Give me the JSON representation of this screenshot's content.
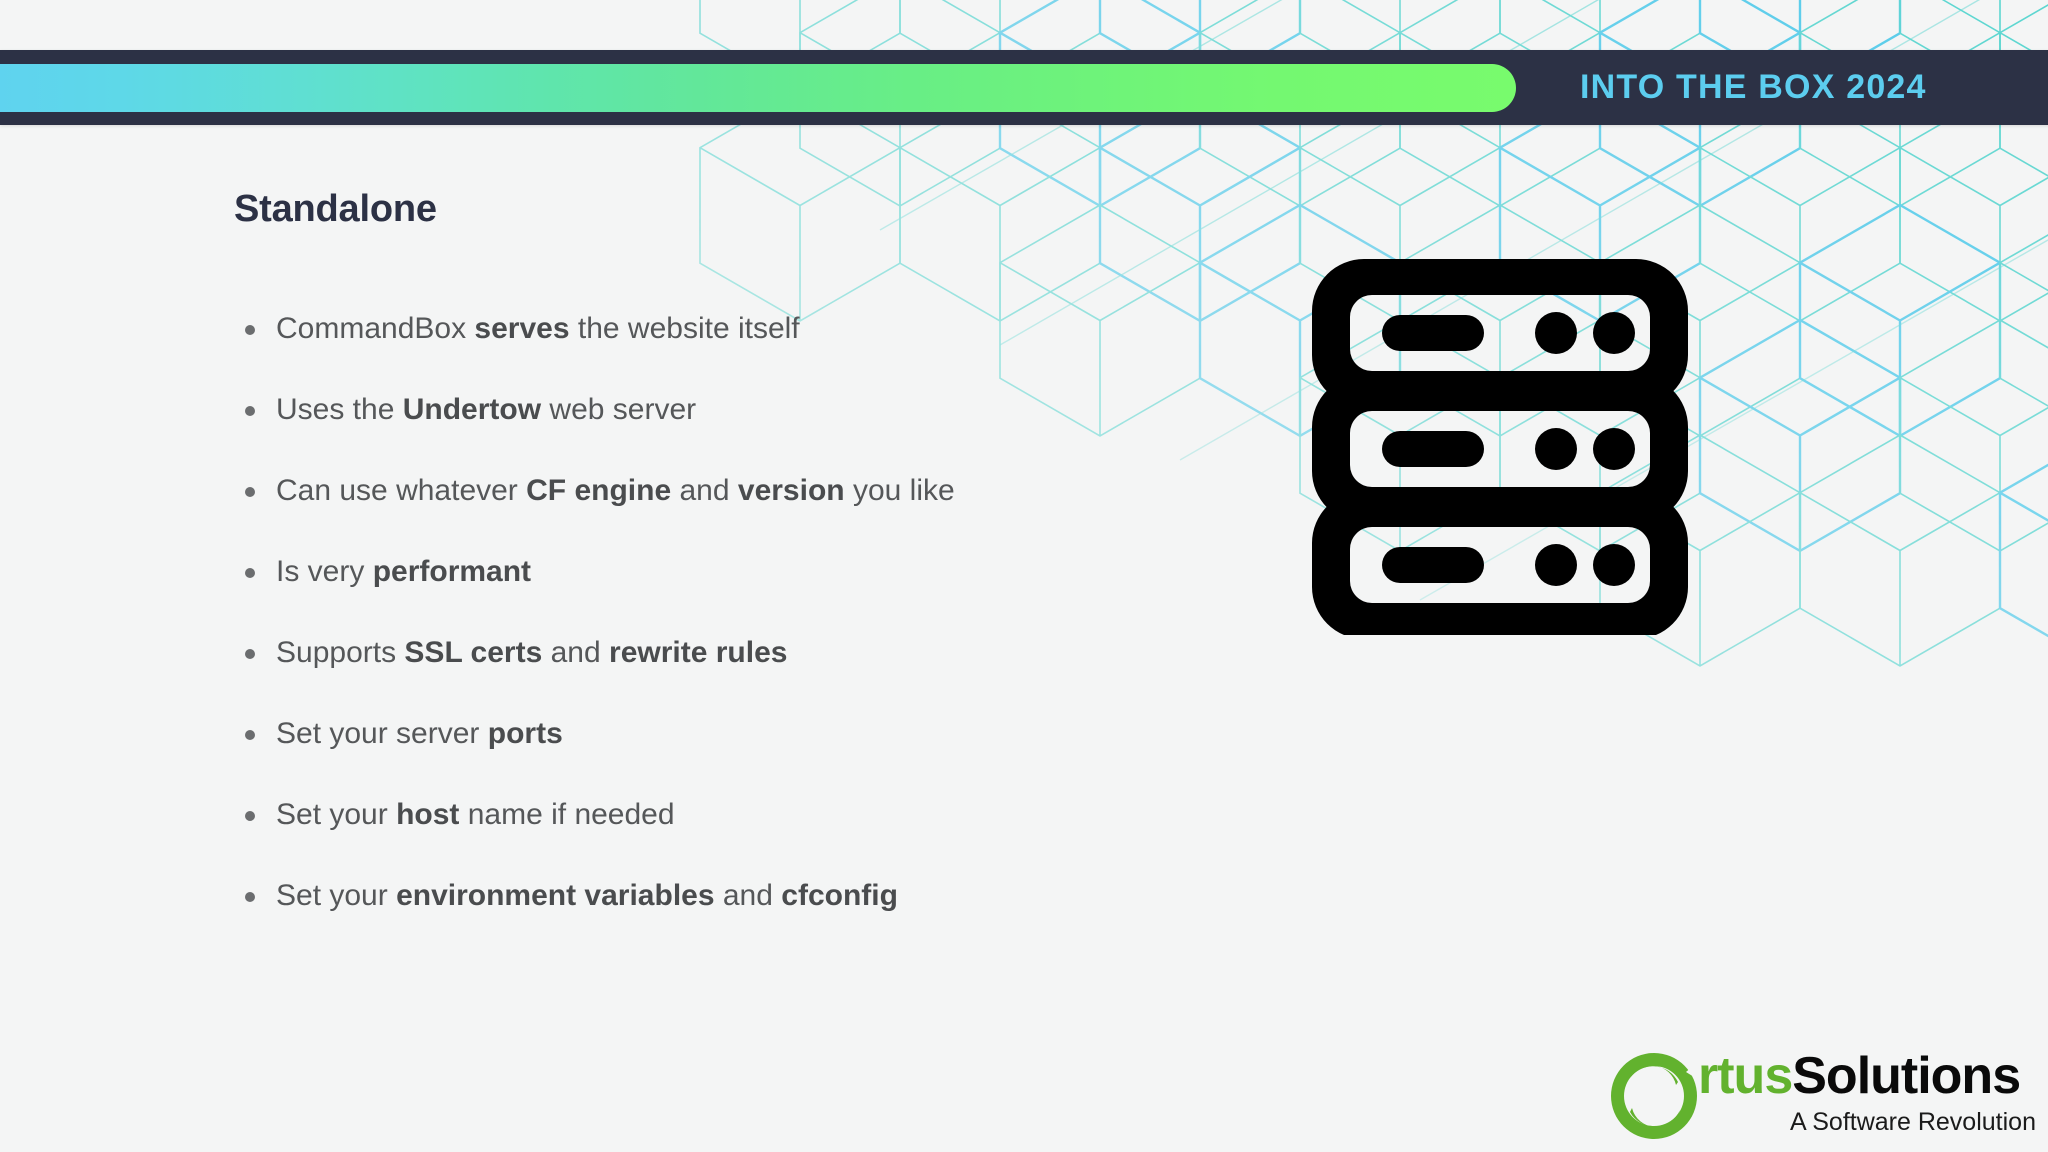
{
  "slide": {
    "background_color": "#f4f5f5",
    "accent_cyan": "#5ccdef",
    "accent_green": "#78fb6d",
    "dark_navy": "#2c3145"
  },
  "header": {
    "event_title": "INTO THE BOX 2024",
    "progress_percent": 74,
    "bar_color_start": "#5fd3ef",
    "bar_color_end": "#78fb6d"
  },
  "main": {
    "title": "Standalone",
    "bullets": [
      [
        {
          "text": "CommandBox ",
          "bold": false
        },
        {
          "text": "serves",
          "bold": true
        },
        {
          "text": " the website itself",
          "bold": false
        }
      ],
      [
        {
          "text": "Uses the ",
          "bold": false
        },
        {
          "text": "Undertow",
          "bold": true
        },
        {
          "text": " web server",
          "bold": false
        }
      ],
      [
        {
          "text": "Can use whatever ",
          "bold": false
        },
        {
          "text": "CF engine",
          "bold": true
        },
        {
          "text": " and ",
          "bold": false
        },
        {
          "text": "version",
          "bold": true
        },
        {
          "text": " you like",
          "bold": false
        }
      ],
      [
        {
          "text": "Is very ",
          "bold": false
        },
        {
          "text": "performant",
          "bold": true
        }
      ],
      [
        {
          "text": "Supports ",
          "bold": false
        },
        {
          "text": "SSL certs",
          "bold": true
        },
        {
          "text": " and ",
          "bold": false
        },
        {
          "text": "rewrite rules",
          "bold": true
        }
      ],
      [
        {
          "text": "Set your server ",
          "bold": false
        },
        {
          "text": "ports",
          "bold": true
        }
      ],
      [
        {
          "text": "Set your ",
          "bold": false
        },
        {
          "text": "host",
          "bold": true
        },
        {
          "text": " name if needed",
          "bold": false
        }
      ],
      [
        {
          "text": "Set your ",
          "bold": false
        },
        {
          "text": "environment variables",
          "bold": true
        },
        {
          "text": " and ",
          "bold": false
        },
        {
          "text": "cfconfig",
          "bold": true
        }
      ]
    ]
  },
  "illustration": {
    "icon_name": "server-rack-icon",
    "units": 3,
    "color": "#000000"
  },
  "logo": {
    "mark_name": "ortus-o-swirl-icon",
    "word_green": "rtus",
    "word_black": "Solutions",
    "tagline": "A Software Revolution",
    "green": "#62b22e",
    "black": "#0a0a0a"
  }
}
